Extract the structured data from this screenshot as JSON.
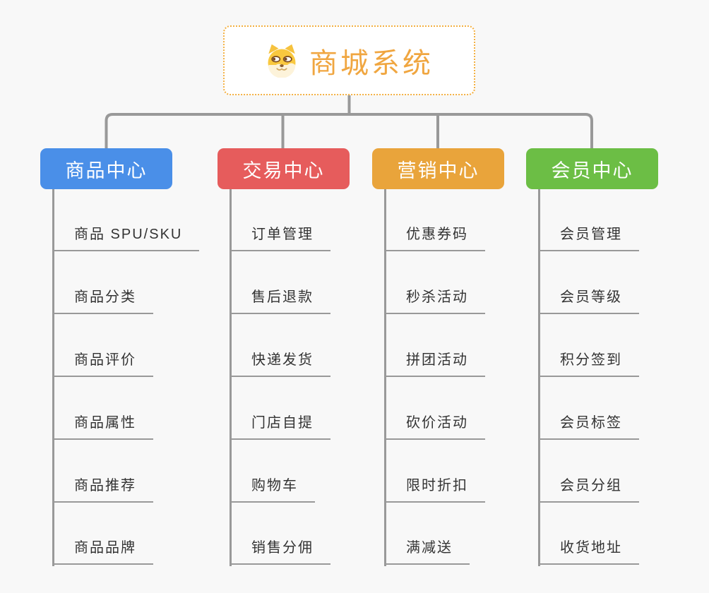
{
  "root": {
    "title": "商城系统",
    "icon": "dog-face-icon"
  },
  "branches": [
    {
      "label": "商品中心",
      "color": "#4a8fe8",
      "items": [
        "商品 SPU/SKU",
        "商品分类",
        "商品评价",
        "商品属性",
        "商品推荐",
        "商品品牌"
      ]
    },
    {
      "label": "交易中心",
      "color": "#e65c5c",
      "items": [
        "订单管理",
        "售后退款",
        "快递发货",
        "门店自提",
        "购物车",
        "销售分佣"
      ]
    },
    {
      "label": "营销中心",
      "color": "#e9a43b",
      "items": [
        "优惠券码",
        "秒杀活动",
        "拼团活动",
        "砍价活动",
        "限时折扣",
        "满减送"
      ]
    },
    {
      "label": "会员中心",
      "color": "#6cbe45",
      "items": [
        "会员管理",
        "会员等级",
        "积分签到",
        "会员标签",
        "会员分组",
        "收货地址"
      ]
    }
  ],
  "colors": {
    "background": "#f8f8f8",
    "connector_line": "#999999",
    "leaf_underline": "#999999",
    "leaf_text": "#333333",
    "root_border": "#f3b042",
    "root_title": "#f0a640"
  }
}
